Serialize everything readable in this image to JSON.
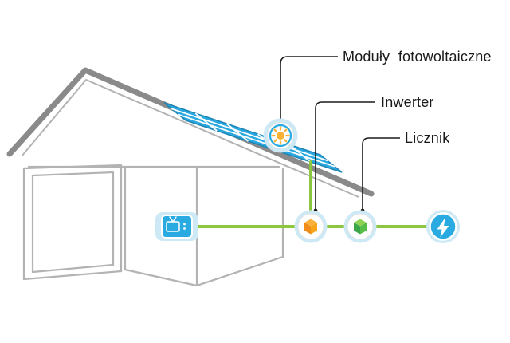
{
  "labels": {
    "modules": "Moduły fotowoltaiczne",
    "inverter": "Inwerter",
    "meter": "Licznik"
  },
  "icons": {
    "panel_marker": "sun-icon",
    "inverter": "orange-cube-icon",
    "meter": "green-cube-icon",
    "grid": "lightning-icon",
    "appliance": "tv-icon"
  },
  "colors": {
    "accent_blue": "#29abe2",
    "halo_blue": "#cde9f6",
    "panel_blue": "#2aa9e0",
    "line_green": "#8dc63f",
    "sun_yellow": "#f9b233",
    "cube_orange_top": "#fbb03b",
    "cube_orange_left": "#ef8c1a",
    "cube_orange_right": "#f9a51a",
    "cube_green_top": "#8ed153",
    "cube_green_left": "#3aa648",
    "cube_green_right": "#56be49",
    "house_gray": "#8a8a8a",
    "wall_gray": "#b3b3b3",
    "text_black": "#1a1a1a"
  }
}
